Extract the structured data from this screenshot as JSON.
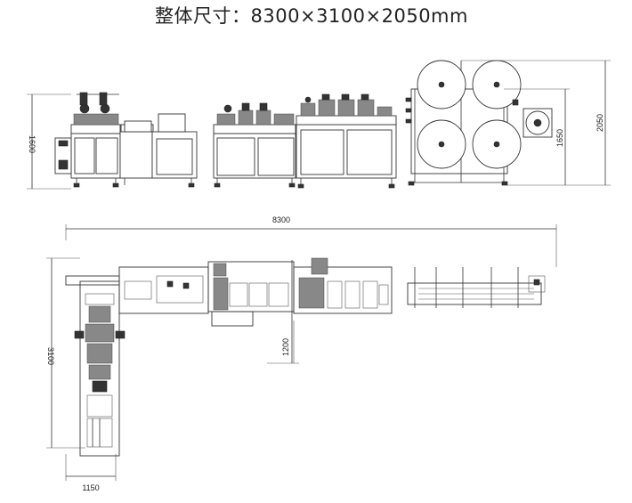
{
  "title": "整体尺寸：8300×3100×2050mm",
  "dimensions": {
    "side_left_height": "1600",
    "side_mid_height": "1650",
    "side_total_height": "2050",
    "top_total_length": "8300",
    "top_total_width": "3100",
    "top_branch_width": "1200",
    "top_branch_depth": "1150"
  }
}
